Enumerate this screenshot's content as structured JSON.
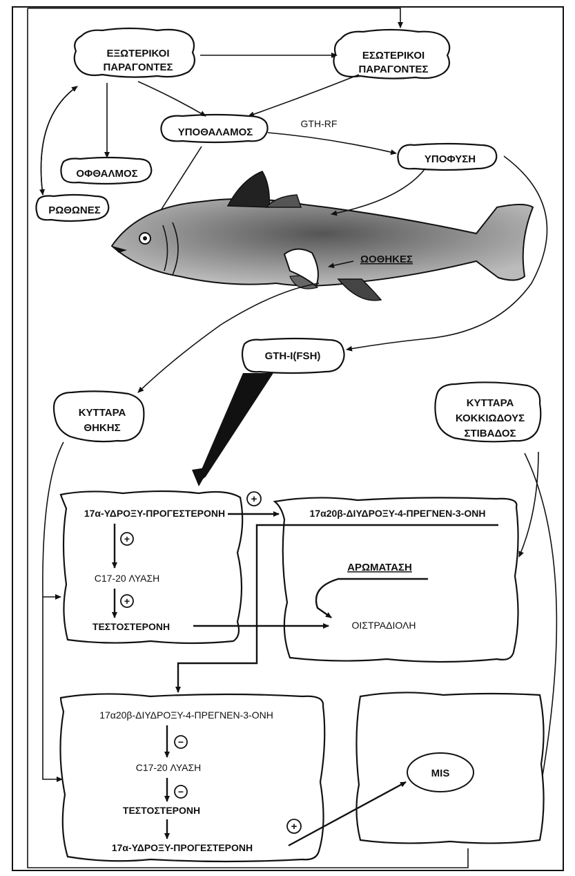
{
  "labels": {
    "external_factors": [
      "ΕΞΩΤΕΡΙΚΟΙ",
      "ΠΑΡΑΓΟΝΤΕΣ"
    ],
    "internal_factors": [
      "ΕΣΩΤΕΡΙΚΟΙ",
      "ΠΑΡΑΓΟΝΤΕΣ"
    ],
    "hypothalamus": "ΥΠΟΘΑΛΑΜΟΣ",
    "gth_rf": "GTH-RF",
    "pituitary": "ΥΠΟΦΥΣΗ",
    "eye": "ΟΦΘΑΛΜΟΣ",
    "nostrils": "ΡΩΘΩΝΕΣ",
    "ovaries": "ΩΟΘΗΚΕΣ",
    "gth": "GTH-I(FSH)",
    "theca_cells": [
      "ΚΥΤΤΑΡΑ",
      "ΘΗΚΗΣ"
    ],
    "granulosa_cells": [
      "ΚΥΤΤΑΡΑ",
      "ΚΟΚΚΙΩΔΟΥΣ",
      "ΣΤΙΒΑΔΟΣ"
    ],
    "theca1_line1": "17α-ΥΔΡΟΞΥ-ΠΡΟΓΕΣΤΕΡΟΝΗ",
    "theca1_line2": "C17-20 ΛΥΑΣΗ",
    "theca1_line3": "ΤΕΣΤΟΣΤΕΡΟΝΗ",
    "gran1_line1": "17α20β-ΔΙΥΔΡΟΞΥ-4-ΠΡΕΓΝΕΝ-3-ΟΝΗ",
    "aromatase": "ΑΡΩΜΑΤΑΣΗ",
    "estradiol": "ΟΙΣΤΡΑΔΙΟΛΗ",
    "theca2_line1": "17α20β-ΔΙΥΔΡΟΞΥ-4-ΠΡΕΓΝΕΝ-3-ΟΝΗ",
    "theca2_line2": "C17-20 ΛΥΑΣΗ",
    "theca2_line3": "ΤΕΣΤΟΣΤΕΡΟΝΗ",
    "theca2_line4": "17α-ΥΔΡΟΞΥ-ΠΡΟΓΕΣΤΕΡΟΝΗ",
    "mis": "MIS",
    "plus": "+",
    "minus": "−"
  }
}
